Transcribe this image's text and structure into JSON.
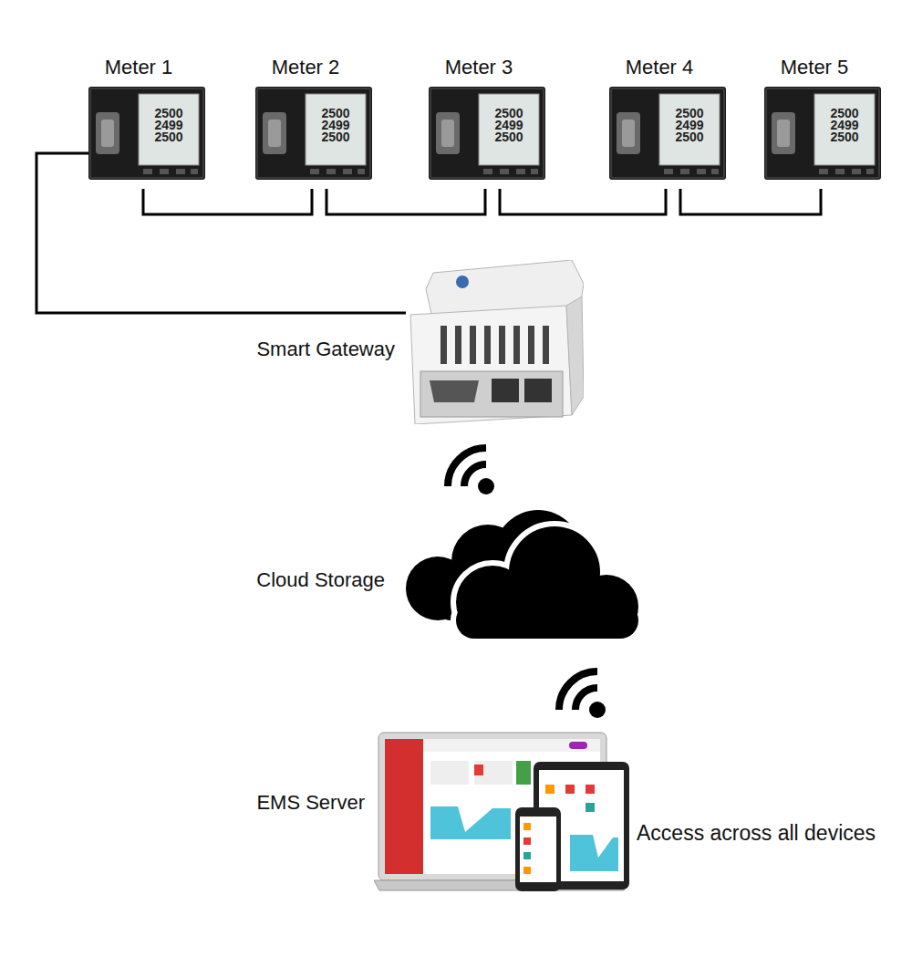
{
  "diagram": {
    "nodes": [
      {
        "text": [
          "Meter 1",
          "2500",
          "2499",
          "2500"
        ]
      },
      {
        "text": [
          "Meter 2",
          "2500",
          "2499",
          "2500"
        ]
      },
      {
        "text": [
          "Meter 3",
          "2500",
          "2499",
          "2500"
        ]
      },
      {
        "text": [
          "Meter 4",
          "2500",
          "2499",
          "2500"
        ]
      },
      {
        "text": [
          "Meter 5",
          "2500",
          "2499",
          "2500"
        ]
      },
      {
        "text": [
          "Smart Gateway"
        ]
      },
      {
        "text": [
          "Cloud Storage"
        ]
      },
      {
        "text": [
          "EMS Server",
          "Access across all devices"
        ]
      }
    ],
    "edges": [
      {
        "from": 0,
        "to": 1,
        "arrow": "none"
      },
      {
        "from": 1,
        "to": 2,
        "arrow": "none"
      },
      {
        "from": 2,
        "to": 3,
        "arrow": "none"
      },
      {
        "from": 3,
        "to": 4,
        "arrow": "none"
      },
      {
        "from": 0,
        "to": 5,
        "arrow": "none"
      }
    ]
  }
}
